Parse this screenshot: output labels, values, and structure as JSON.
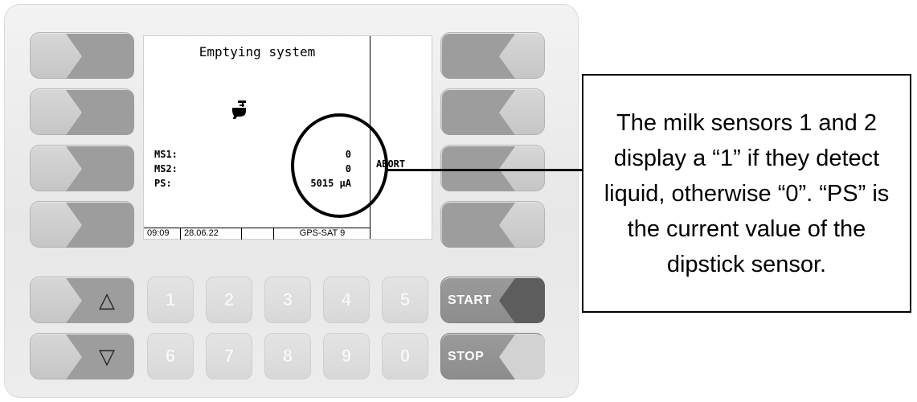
{
  "screen": {
    "title": "Emptying system",
    "rows": [
      {
        "label": "MS1:",
        "value": "0"
      },
      {
        "label": "MS2:",
        "value": "0"
      },
      {
        "label": "PS:",
        "value": "5015 µA"
      }
    ],
    "softkey_label": "ABORT",
    "status": {
      "time": "09:09",
      "date": "28.06.22",
      "empty": "",
      "gps": "GPS-SAT 9"
    }
  },
  "keypad": {
    "up_symbol": "△",
    "down_symbol": "▽",
    "digits_top": [
      "1",
      "2",
      "3",
      "4",
      "5"
    ],
    "digits_bottom": [
      "6",
      "7",
      "8",
      "9",
      "0"
    ],
    "start_label": "START",
    "stop_label": "STOP"
  },
  "callout": {
    "text": "The milk sensors 1 and 2 display a “1” if they detect liquid, otherwise “0”. “PS” is the current value of the dipstick sensor."
  }
}
